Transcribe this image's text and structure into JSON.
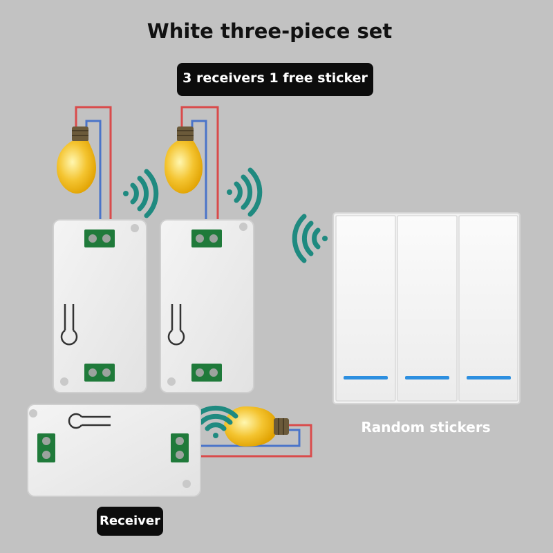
{
  "title": "White three-piece set",
  "badge": "3 receivers 1 free sticker",
  "switch_label": "Random stickers",
  "receiver_label": "Receiver",
  "icons": {
    "bulb": "light-bulb-icon",
    "signal": "wireless-signal-icon",
    "terminal": "terminal-block-icon"
  },
  "colors": {
    "background": "#c2c2c2",
    "signal": "#1f8a80",
    "bulb": "#f4c430",
    "wire_live": "#d94b4b",
    "wire_neutral": "#4a74c9",
    "indicator": "#2d8fe0",
    "terminal": "#1f7a3a"
  }
}
